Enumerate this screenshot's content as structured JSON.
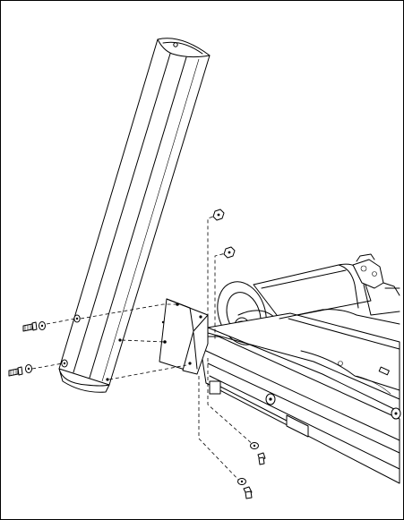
{
  "diagram": {
    "kind": "exploded-assembly-line-drawing",
    "ink_color": "#000000",
    "paper_color": "#ffffff",
    "parts": [
      {
        "id": "upright-cover",
        "icon": "upright-post-cover"
      },
      {
        "id": "mounting-bracket",
        "icon": "bracket-plate"
      },
      {
        "id": "frame-and-motor",
        "icon": "treadmill-base-frame"
      },
      {
        "id": "screw-left-upper",
        "icon": "screw-icon"
      },
      {
        "id": "screw-left-lower",
        "icon": "screw-icon"
      },
      {
        "id": "nut-upper",
        "icon": "nut-icon"
      },
      {
        "id": "nut-lower",
        "icon": "nut-icon"
      },
      {
        "id": "screw-bottom-upper",
        "icon": "screw-icon"
      },
      {
        "id": "screw-bottom-lower",
        "icon": "screw-icon"
      }
    ]
  }
}
